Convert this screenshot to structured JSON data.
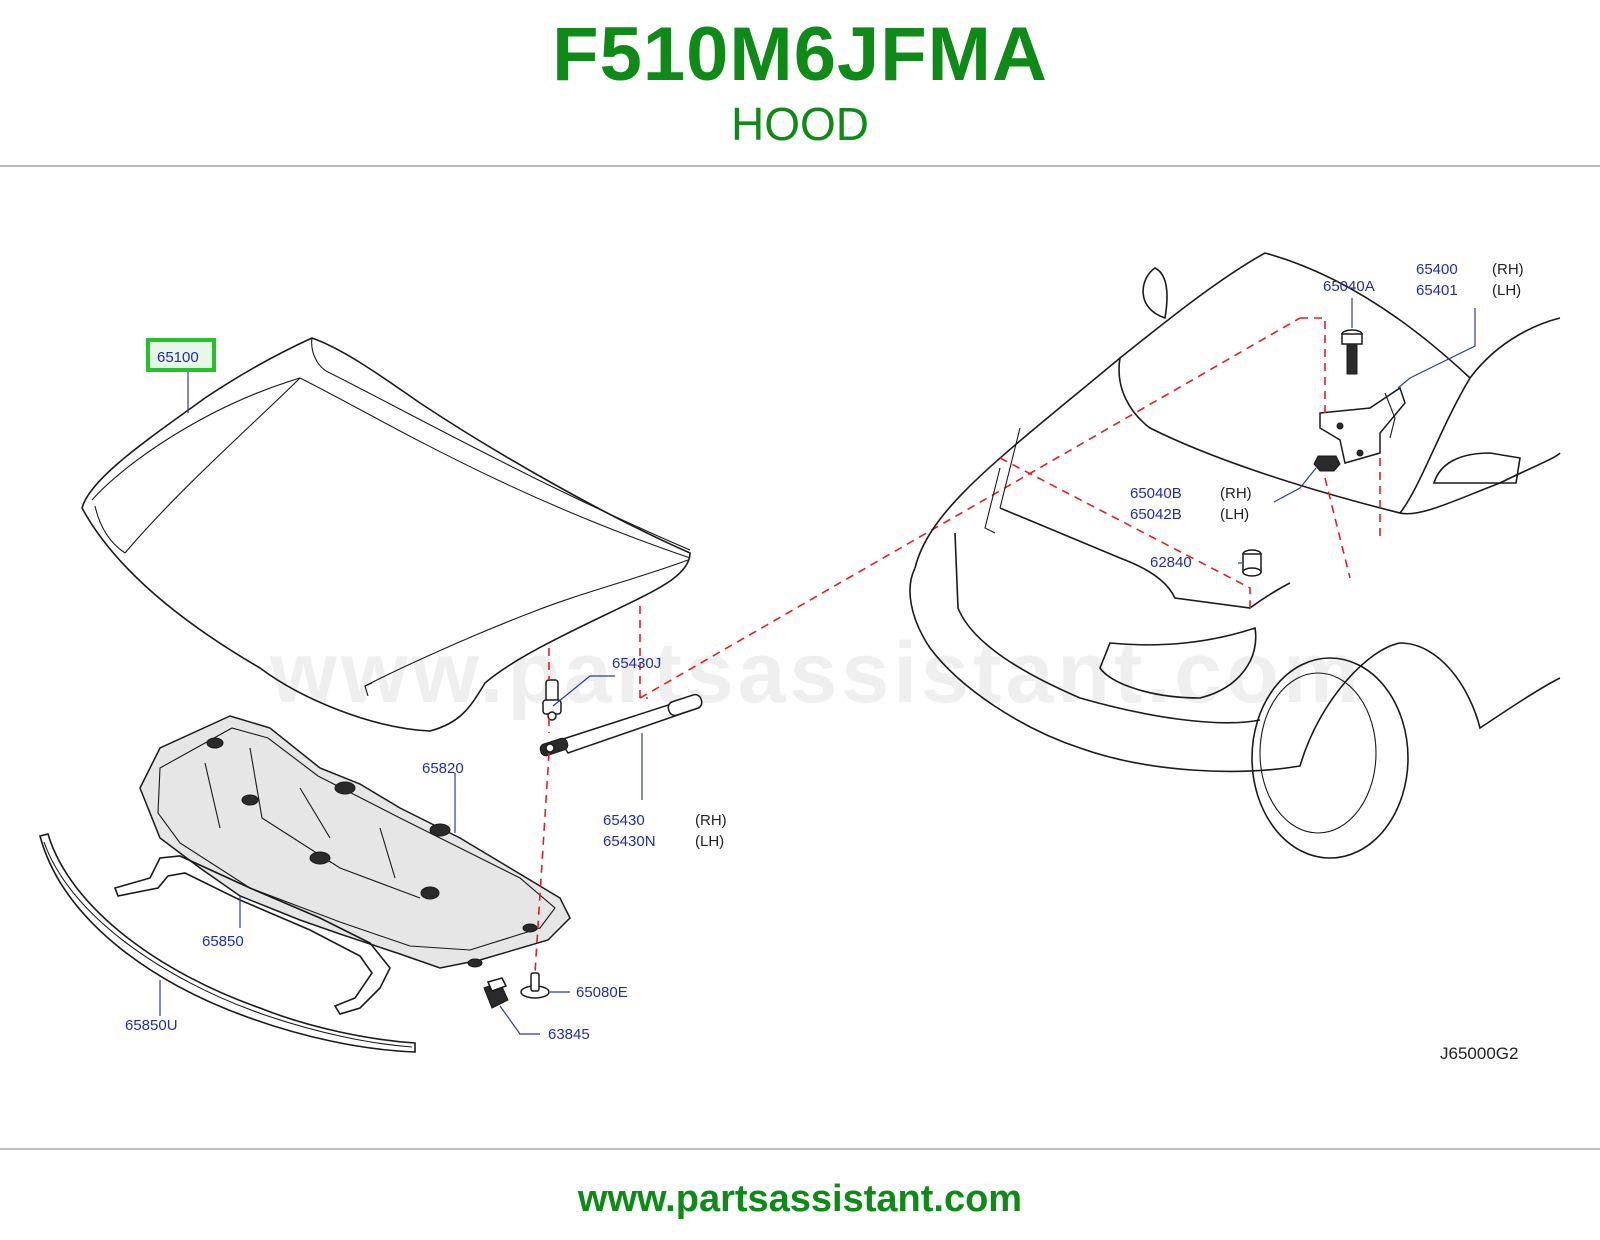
{
  "header": {
    "part_code": "F510M6JFMA",
    "part_name": "HOOD"
  },
  "diagram": {
    "watermark": "www.partsassistant.com",
    "diagram_code": "J65000G2",
    "labels": {
      "hood": "65100",
      "insulator": "65820",
      "seal_upper": "65850",
      "seal_lower": "65850U",
      "stay_pin": "65430J",
      "stay_rh": "65430",
      "stay_lh": "65430N",
      "clip": "65080E",
      "bumper": "63845",
      "bolt": "65040A",
      "hinge_rh": "65400",
      "hinge_lh": "65401",
      "nut_rh": "65040B",
      "nut_lh": "65042B",
      "rubber": "62840"
    },
    "sides": {
      "rh": "(RH)",
      "lh": "(LH)"
    },
    "highlight_color": "#22c32b",
    "label_color": "#1f2ea8",
    "dash_color": "#e02020"
  },
  "footer": {
    "url": "www.partsassistant.com"
  },
  "colors": {
    "brand_green": "#0e8a16"
  }
}
